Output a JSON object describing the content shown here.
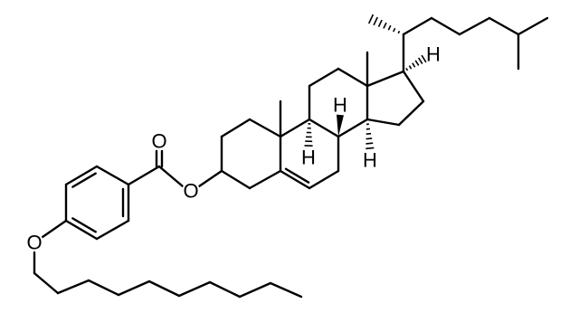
{
  "molecule": {
    "labels": {
      "carbonyl_o": "O",
      "ester_o": "O",
      "ether_o": "O",
      "h_c8": "H",
      "h_c9": "H",
      "h_c14": "H",
      "h_c17": "H"
    }
  }
}
